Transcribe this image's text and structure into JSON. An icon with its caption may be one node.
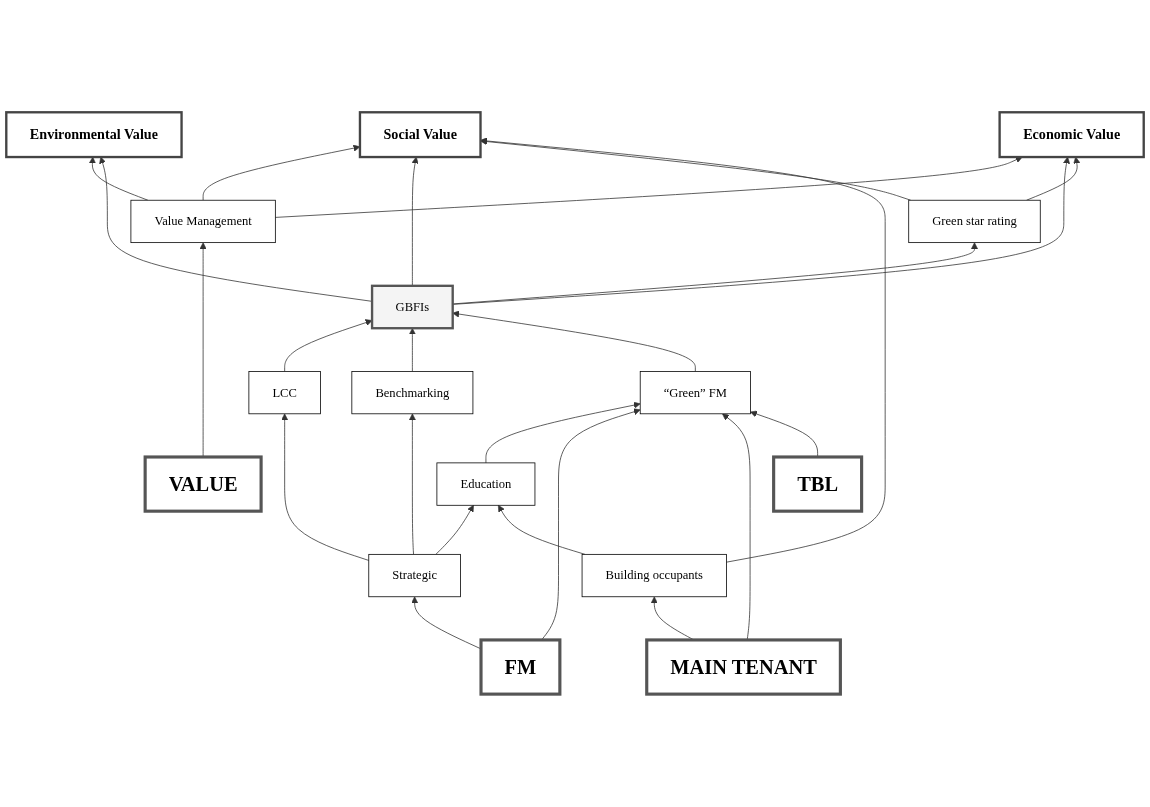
{
  "diagram": {
    "nodes": [
      {
        "text": [
          "VALUE"
        ]
      },
      {
        "text": [
          "Value Management"
        ]
      },
      {
        "text": [
          "Environmental Value"
        ]
      },
      {
        "text": [
          "Social Value"
        ]
      },
      {
        "text": [
          "Economic Value"
        ]
      },
      {
        "text": [
          "Strategic"
        ]
      },
      {
        "text": [
          "LCC"
        ]
      },
      {
        "text": [
          "GBFIs"
        ]
      },
      {
        "text": [
          "Green star rating"
        ]
      },
      {
        "text": [
          "Benchmarking"
        ]
      },
      {
        "text": [
          "Education"
        ]
      },
      {
        "text": [
          "Building occupants"
        ]
      },
      {
        "text": [
          "FM"
        ]
      },
      {
        "text": [
          "“Green” FM"
        ]
      },
      {
        "text": [
          "MAIN TENANT"
        ]
      },
      {
        "text": [
          "TBL"
        ]
      }
    ],
    "edges": [
      {
        "from": 0,
        "to": 1,
        "arrow": "to"
      },
      {
        "from": 1,
        "to": 2,
        "arrow": "to"
      },
      {
        "from": 1,
        "to": 3,
        "arrow": "to"
      },
      {
        "from": 1,
        "to": 4,
        "arrow": "to"
      },
      {
        "from": 5,
        "to": 6,
        "arrow": "to"
      },
      {
        "from": 5,
        "to": 9,
        "arrow": "to"
      },
      {
        "from": 5,
        "to": 10,
        "arrow": "to"
      },
      {
        "from": 6,
        "to": 7,
        "arrow": "to"
      },
      {
        "from": 9,
        "to": 7,
        "arrow": "to"
      },
      {
        "from": 7,
        "to": 2,
        "arrow": "to"
      },
      {
        "from": 7,
        "to": 3,
        "arrow": "to"
      },
      {
        "from": 7,
        "to": 4,
        "arrow": "to"
      },
      {
        "from": 7,
        "to": 8,
        "arrow": "to"
      },
      {
        "from": 8,
        "to": 3,
        "arrow": "to"
      },
      {
        "from": 8,
        "to": 4,
        "arrow": "to"
      },
      {
        "from": 11,
        "to": 3,
        "arrow": "to"
      },
      {
        "from": 11,
        "to": 10,
        "arrow": "to"
      },
      {
        "from": 10,
        "to": 13,
        "arrow": "to"
      },
      {
        "from": 12,
        "to": 5,
        "arrow": "to"
      },
      {
        "from": 12,
        "to": 13,
        "arrow": "to"
      },
      {
        "from": 14,
        "to": 13,
        "arrow": "to"
      },
      {
        "from": 14,
        "to": 11,
        "arrow": "to"
      },
      {
        "from": 15,
        "to": 13,
        "arrow": "to"
      },
      {
        "from": 13,
        "to": 7,
        "arrow": "to"
      }
    ]
  }
}
